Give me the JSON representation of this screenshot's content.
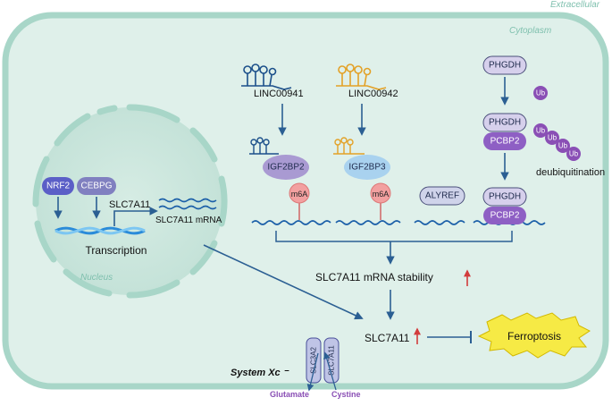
{
  "compartments": {
    "extracellular": "Extracellular",
    "cytoplasm": "Cytoplasm",
    "nucleus": "Nucleus"
  },
  "nucleus": {
    "factors": [
      "NRF2",
      "CEBPG"
    ],
    "gene": "SLC7A11",
    "mrna": "SLC7A11 mRNA",
    "process": "Transcription"
  },
  "lncrnas": [
    "LINC00941",
    "LINC00942"
  ],
  "readers": [
    "IGF2BP2",
    "IGF2BP3"
  ],
  "modification": "m6A",
  "alyref": "ALYREF",
  "ubiquitin": {
    "phgdh": "PHGDH",
    "pcbp2": "PCBP2",
    "ub": "Ub",
    "process": "deubiquitination"
  },
  "outcomes": {
    "stability": "SLC7A11 mRNA stability",
    "protein": "SLC7A11",
    "ferroptosis": "Ferroptosis"
  },
  "transporter": {
    "system": "System Xc ⁻",
    "subunits": [
      "SLC3A2",
      "SLC7A11"
    ],
    "glutamate": "Glutamate",
    "cystine": "Cystine"
  },
  "colors": {
    "cell_fill": "#dff0ea",
    "membrane": "#a8d6c8",
    "nucleus_fill": "#cde7df",
    "factor_purple": "#5b5fc7",
    "cebpg_purple": "#8080c0",
    "igf2bp2": "#a99ad2",
    "igf2bp3": "#a9d2ef",
    "m6a": "#f2a0a0",
    "alyref": "#cfd3ea",
    "phgdh": "#d6d0ec",
    "pcbp2": "#8e5fc4",
    "ub": "#8a4fb5",
    "ferroptosis": "#f6ea45",
    "up_arrow": "#d23c3c"
  }
}
